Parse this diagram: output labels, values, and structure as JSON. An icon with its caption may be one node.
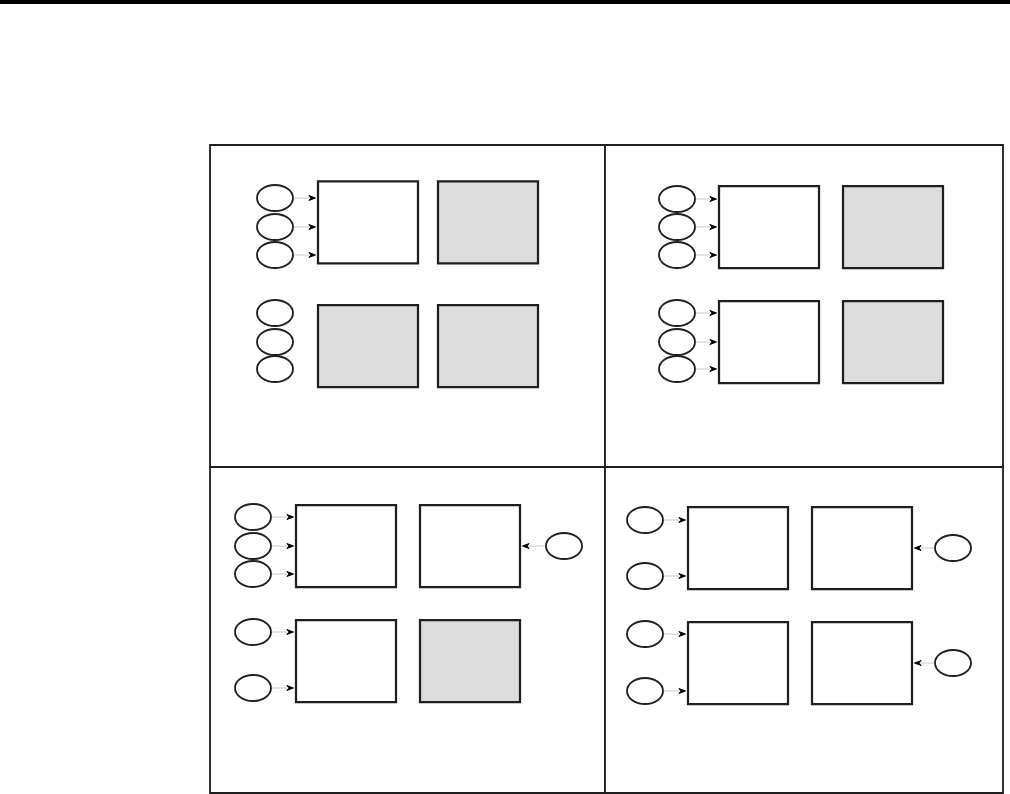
{
  "diagram": {
    "nodes": [
      {
        "text": [],
        "shape": "box"
      },
      {
        "text": [],
        "shape": "ellipse",
        "in": 0
      },
      {
        "text": [],
        "shape": "ellipse",
        "in": 0
      },
      {
        "text": [],
        "shape": "ellipse",
        "in": 0
      },
      {
        "text": [],
        "shape": "box",
        "in": 0
      },
      {
        "text": [],
        "shape": "box",
        "in": 0
      },
      {
        "text": [],
        "shape": "ellipse",
        "in": 0
      },
      {
        "text": [],
        "shape": "ellipse",
        "in": 0
      },
      {
        "text": [],
        "shape": "ellipse",
        "in": 0
      },
      {
        "text": [],
        "shape": "box",
        "in": 0
      },
      {
        "text": [],
        "shape": "box",
        "in": 0
      },
      {
        "text": [],
        "shape": "box"
      },
      {
        "text": [],
        "shape": "ellipse",
        "in": 11
      },
      {
        "text": [],
        "shape": "ellipse",
        "in": 11
      },
      {
        "text": [],
        "shape": "ellipse",
        "in": 11
      },
      {
        "text": [],
        "shape": "box",
        "in": 11
      },
      {
        "text": [],
        "shape": "box",
        "in": 11
      },
      {
        "text": [],
        "shape": "ellipse",
        "in": 11
      },
      {
        "text": [],
        "shape": "ellipse",
        "in": 11
      },
      {
        "text": [],
        "shape": "ellipse",
        "in": 11
      },
      {
        "text": [],
        "shape": "box",
        "in": 11
      },
      {
        "text": [],
        "shape": "box",
        "in": 11
      },
      {
        "text": [],
        "shape": "box"
      },
      {
        "text": [],
        "shape": "ellipse",
        "in": 22
      },
      {
        "text": [],
        "shape": "ellipse",
        "in": 22
      },
      {
        "text": [],
        "shape": "ellipse",
        "in": 22
      },
      {
        "text": [],
        "shape": "box",
        "in": 22
      },
      {
        "text": [],
        "shape": "box",
        "in": 22
      },
      {
        "text": [],
        "shape": "ellipse",
        "in": 22
      },
      {
        "text": [],
        "shape": "ellipse",
        "in": 22
      },
      {
        "text": [],
        "shape": "ellipse",
        "in": 22
      },
      {
        "text": [],
        "shape": "box",
        "in": 22
      },
      {
        "text": [],
        "shape": "box",
        "in": 22
      },
      {
        "text": [],
        "shape": "box"
      },
      {
        "text": [],
        "shape": "ellipse",
        "in": 33
      },
      {
        "text": [],
        "shape": "ellipse",
        "in": 33
      },
      {
        "text": [],
        "shape": "box",
        "in": 33
      },
      {
        "text": [],
        "shape": "box",
        "in": 33
      },
      {
        "text": [],
        "shape": "ellipse",
        "in": 33
      },
      {
        "text": [],
        "shape": "ellipse",
        "in": 33
      },
      {
        "text": [],
        "shape": "ellipse",
        "in": 33
      },
      {
        "text": [],
        "shape": "box",
        "in": 33
      },
      {
        "text": [],
        "shape": "box",
        "in": 33
      },
      {
        "text": [],
        "shape": "ellipse",
        "in": 33
      }
    ],
    "edges": [
      {
        "from": 1,
        "to": 4,
        "arrow": "to"
      },
      {
        "from": 2,
        "to": 4,
        "arrow": "to"
      },
      {
        "from": 3,
        "to": 4,
        "arrow": "to"
      },
      {
        "from": 12,
        "to": 15,
        "arrow": "to"
      },
      {
        "from": 13,
        "to": 15,
        "arrow": "to"
      },
      {
        "from": 14,
        "to": 15,
        "arrow": "to"
      },
      {
        "from": 17,
        "to": 20,
        "arrow": "to"
      },
      {
        "from": 18,
        "to": 20,
        "arrow": "to"
      },
      {
        "from": 19,
        "to": 20,
        "arrow": "to"
      },
      {
        "from": 23,
        "to": 26,
        "arrow": "to"
      },
      {
        "from": 24,
        "to": 26,
        "arrow": "to"
      },
      {
        "from": 25,
        "to": 26,
        "arrow": "to"
      },
      {
        "from": 28,
        "to": 27,
        "arrow": "to"
      },
      {
        "from": 29,
        "to": 31,
        "arrow": "to"
      },
      {
        "from": 30,
        "to": 31,
        "arrow": "to"
      },
      {
        "from": 34,
        "to": 36,
        "arrow": "to"
      },
      {
        "from": 35,
        "to": 36,
        "arrow": "to"
      },
      {
        "from": 38,
        "to": 37,
        "arrow": "to"
      },
      {
        "from": 39,
        "to": 41,
        "arrow": "to"
      },
      {
        "from": 40,
        "to": 41,
        "arrow": "to"
      },
      {
        "from": 43,
        "to": 42,
        "arrow": "to"
      }
    ]
  }
}
